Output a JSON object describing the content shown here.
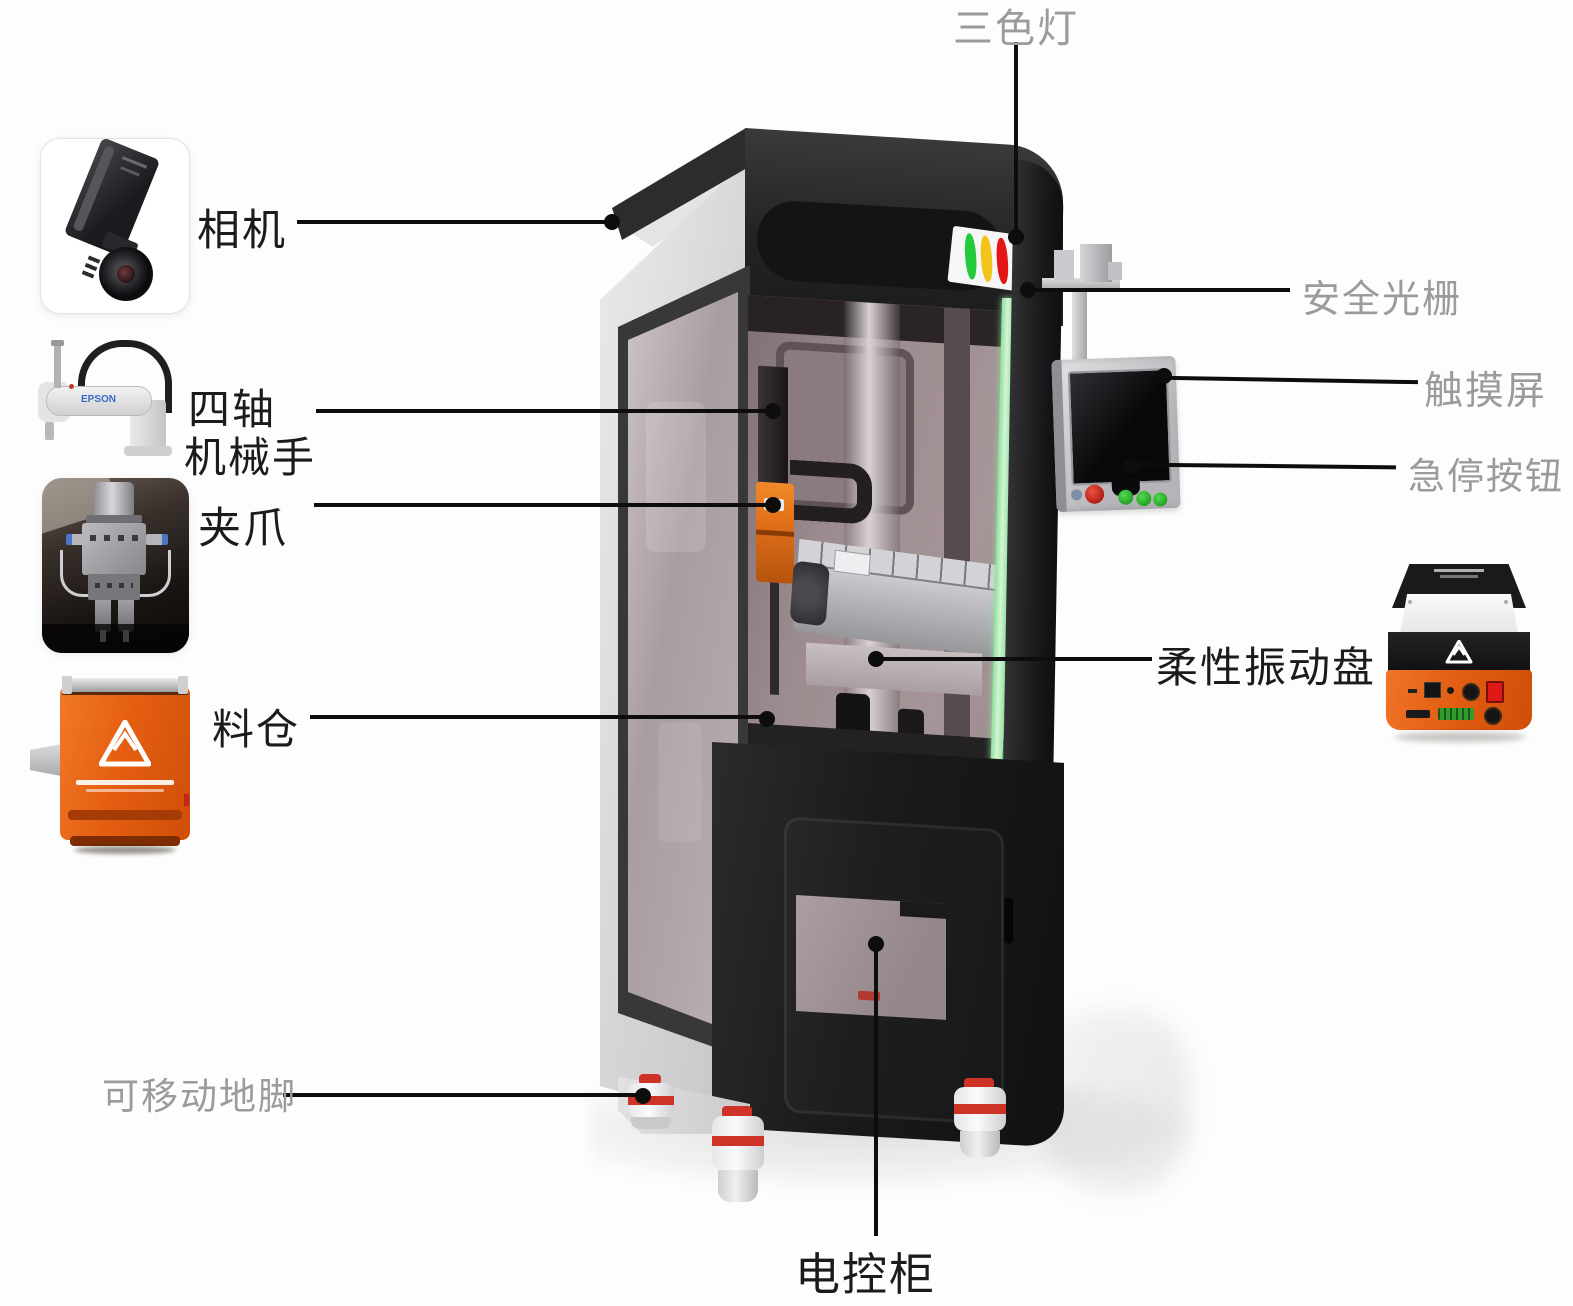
{
  "page": {
    "background": "#fdfdfd"
  },
  "labels": {
    "tricolor_light": "三色灯",
    "camera": "相机",
    "safety_light_curtain": "安全光栅",
    "touch_screen": "触摸屏",
    "emergency_stop": "急停按钮",
    "four_axis_robot_line1": "四轴",
    "four_axis_robot_line2": "机械手",
    "gripper": "夹爪",
    "flexible_feeder": "柔性振动盘",
    "material_bin": "料仓",
    "movable_feet": "可移动地脚",
    "electric_control_cabinet": "电控柜"
  },
  "thumbnails": {
    "robot_brand": "EPSON"
  },
  "colors": {
    "label_black": "#1b1b1b",
    "label_gray": "#9b9b9b",
    "leader_line": "#0d0d0d",
    "machine_frame_dark": "#1c1c1e",
    "machine_side_panel": "#d6d6d8",
    "machine_interior": "#a08f93",
    "led_strip_green": "#aee9b4",
    "tricolor_green": "#25c93c",
    "tricolor_yellow": "#f2c319",
    "tricolor_red": "#e31515",
    "foot_red": "#cf3226",
    "accent_orange": "#e8611a",
    "button_green": "#2ec22e",
    "button_red": "#d42a1f"
  }
}
